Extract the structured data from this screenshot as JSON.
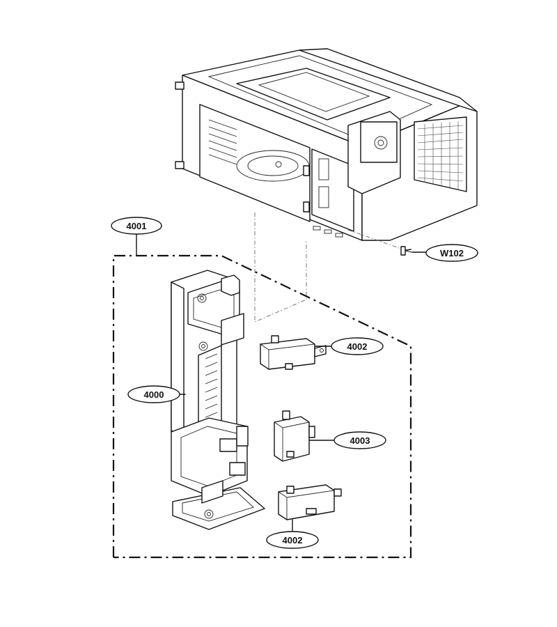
{
  "callouts": {
    "c4001": "4001",
    "cw102": "W102",
    "c4002_top": "4002",
    "c4000": "4000",
    "c4003": "4003",
    "c4002_bottom": "4002"
  },
  "colors": {
    "line": "#111111",
    "background": "#ffffff"
  }
}
